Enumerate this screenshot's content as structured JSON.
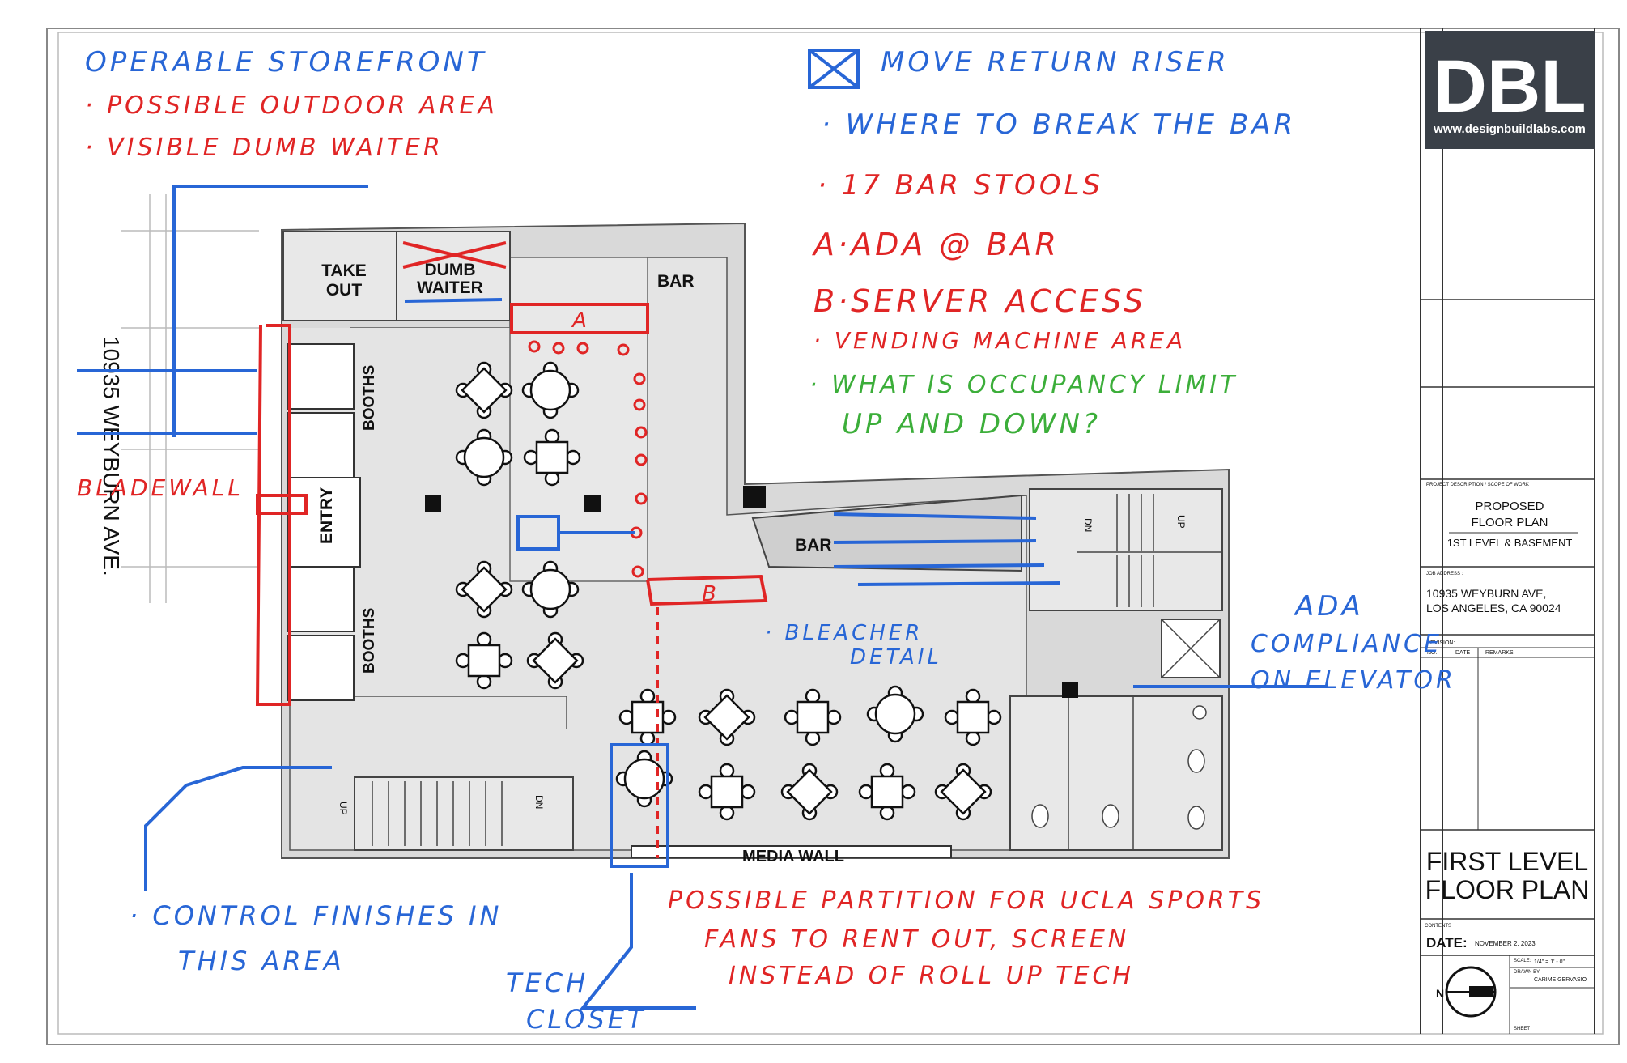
{
  "title_block": {
    "logo": "DBL",
    "website": "www.designbuildlabs.com",
    "project_description_label": "PROJECT DESCRIPTION / SCOPE OF WORK",
    "project_line1": "PROPOSED",
    "project_line2": "FLOOR PLAN",
    "project_line3": "1ST LEVEL & BASEMENT",
    "job_address_label": "JOB ADDRESS :",
    "address_line1": "10935 WEYBURN AVE,",
    "address_line2": "LOS ANGELES, CA 90024",
    "revision_label": "REVISION:",
    "col_no": "NO.",
    "col_date": "DATE",
    "col_remarks": "REMARKS",
    "sheet_title_line1": "FIRST LEVEL",
    "sheet_title_line2": "FLOOR PLAN",
    "contents_label": "CONTENTS",
    "date_label": "DATE:",
    "date_value": "NOVEMBER 2, 2023",
    "scale_label": "SCALE:",
    "scale_value": "1/4\" = 1' - 0\"",
    "drawn_by_label": "DRAWN BY:",
    "drawn_by_value": "CARIME GERVASIO",
    "sheet_label": "SHEET",
    "north_label": "N"
  },
  "plan_labels": {
    "take_out_1": "TAKE",
    "take_out_2": "OUT",
    "dumb_waiter_1": "DUMB",
    "dumb_waiter_2": "WAITER",
    "bar_top": "BAR",
    "bar_mid": "BAR",
    "booths_upper": "BOOTHS",
    "booths_lower": "BOOTHS",
    "entry": "ENTRY",
    "media_wall": "MEDIA WALL",
    "street": "10935 WEYBURN AVE.",
    "dn": "DN",
    "up": "UP"
  },
  "annotations": {
    "operable_storefront": "OPERABLE STOREFRONT",
    "possible_outdoor": "· POSSIBLE OUTDOOR AREA",
    "visible_dumb_waiter": "· VISIBLE DUMB WAITER",
    "move_return_riser": "MOVE RETURN RISER",
    "where_to_break": "· WHERE TO BREAK THE BAR",
    "bar_stools": "· 17 BAR STOOLS",
    "ada_at_bar": "A·ADA @ BAR",
    "server_access": "B·SERVER ACCESS",
    "vending_machine": "· VENDING MACHINE AREA",
    "occupancy_1": "· WHAT IS OCCUPANCY LIMIT",
    "occupancy_2": "UP AND DOWN?",
    "blade_wall": "BLADEWALL",
    "bleacher_1": "· BLEACHER",
    "bleacher_2": "DETAIL",
    "ada_elev_1": "ADA",
    "ada_elev_2": "COMPLIANCE",
    "ada_elev_3": "ON ELEVATOR",
    "control_1": "· CONTROL FINISHES IN",
    "control_2": "THIS AREA",
    "tech_1": "TECH",
    "tech_2": "CLOSET",
    "partition_1": "POSSIBLE PARTITION FOR UCLA SPORTS",
    "partition_2": "FANS TO RENT OUT, SCREEN",
    "partition_3": "INSTEAD OF ROLL UP TECH",
    "marker_a": "A",
    "marker_b": "B"
  },
  "colors": {
    "red_markup": "#e02525",
    "blue_markup": "#2866d6",
    "green_markup": "#3cae3a",
    "floor_gray": "#d9d9d9",
    "logo_bg": "#3a4048"
  }
}
